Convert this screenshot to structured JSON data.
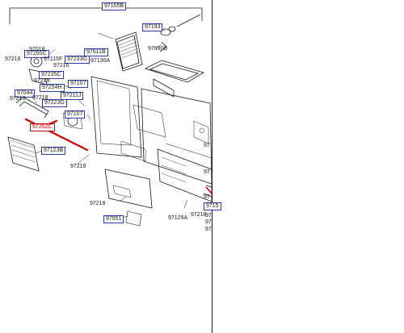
{
  "diagram": {
    "header_ref": "97105B",
    "boxed_labels": {
      "l97193": "97193",
      "l97611B": "97611B",
      "l97250C": "97250C",
      "l97233G": "97233G",
      "l97235C": "97235C",
      "l97254H": "97254H",
      "l97044": "97044",
      "l97223G": "97223G",
      "l97211J": "97211J",
      "l97107": "97107",
      "l97107b": "97107",
      "l97123B": "97123B",
      "l97651": "97651",
      "l9715": "9715",
      "l97252C": "97252C"
    },
    "plain_labels": {
      "p97690B": "97690B",
      "p97130A": "97130A",
      "p97018": "97018",
      "p97216": "97216",
      "p97115F": "97115F",
      "p97216b": "97216",
      "p97219": "97219",
      "p97218a": "97218",
      "p97218b": "97218",
      "p97218c": "97218",
      "p97218d": "97218",
      "p97218e": "97218",
      "p97129A": "97129A",
      "p97r1": "97",
      "p97r2": "97",
      "p97r3": "97",
      "p97r4": "97",
      "p97r5": "97",
      "p97r6": "97"
    },
    "colors": {
      "ink": "#1a1a1a",
      "box_border": "#2a3f9a",
      "highlight": "#c00000"
    }
  }
}
